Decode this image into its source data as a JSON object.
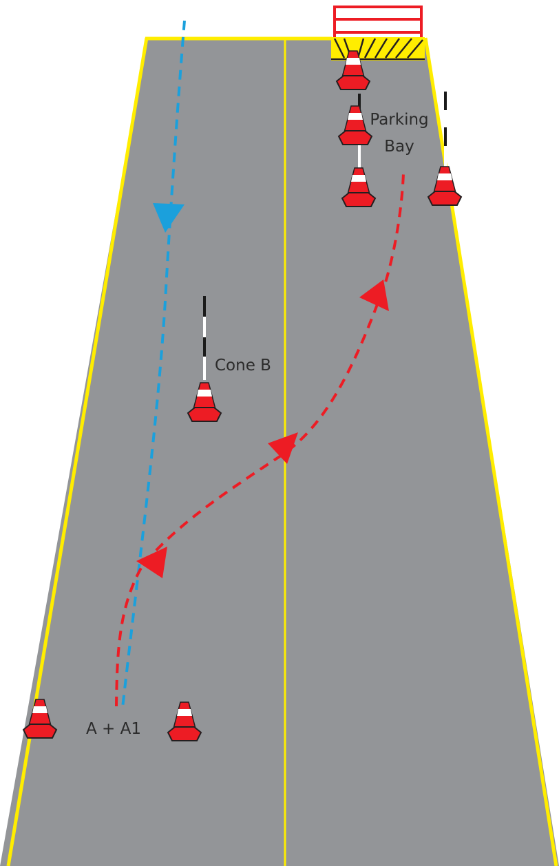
{
  "labels": {
    "parking_bay_line1": "Parking",
    "parking_bay_line2": "Bay",
    "cone_b": "Cone B",
    "start": "A + A1"
  },
  "colors": {
    "road": "#939598",
    "edge_line": "#ffed00",
    "center_line": "#ffed00",
    "reverse_path": "#ed1c24",
    "forward_path": "#1ba0dc",
    "barrier": "#ed1c24",
    "hatch_fill": "#ffed00",
    "cone": "#ed1c24",
    "cone_band": "#ffffff",
    "pole_dark": "#1a1a1a",
    "pole_light": "#ffffff"
  },
  "icons": {
    "cone": "traffic-cone-icon",
    "pole": "marker-pole-icon",
    "barrier": "barrier-icon",
    "arrow": "direction-arrow-icon"
  }
}
